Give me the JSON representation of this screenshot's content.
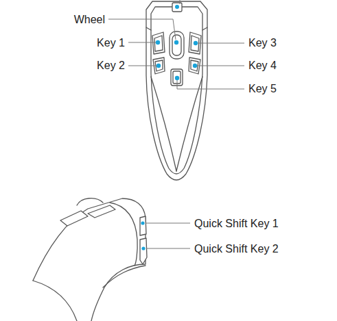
{
  "diagram": {
    "labels": [
      "Wheel",
      "Key 1",
      "Key 2",
      "Key 3",
      "Key 4",
      "Key 5",
      "Quick Shift Key 1",
      "Quick Shift Key 2"
    ]
  }
}
